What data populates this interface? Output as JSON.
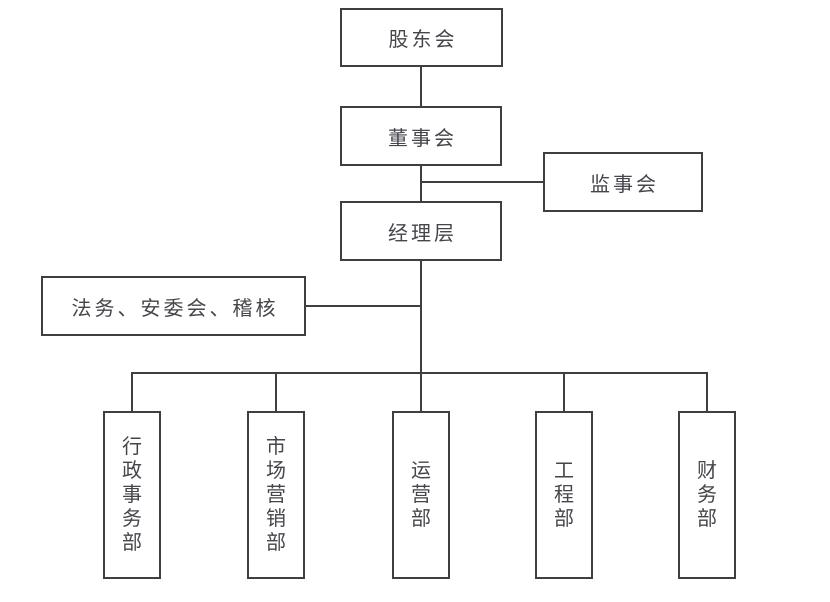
{
  "diagram": {
    "type": "org-chart",
    "colors": {
      "line": "#3f3f3f",
      "text": "#45454b",
      "background": "#ffffff"
    },
    "nodes": {
      "shareholders": {
        "label": "股东会"
      },
      "board": {
        "label": "董事会"
      },
      "supervisory": {
        "label": "监事会"
      },
      "management": {
        "label": "经理层"
      },
      "staff": {
        "label": "法务、安委会、稽核"
      },
      "dept_admin": {
        "label": "行政事务部"
      },
      "dept_marketing": {
        "label": "市场营销部"
      },
      "dept_operations": {
        "label": "运营部"
      },
      "dept_engineering": {
        "label": "工程部"
      },
      "dept_finance": {
        "label": "财务部"
      }
    },
    "edges": [
      {
        "from": "shareholders",
        "to": "board"
      },
      {
        "from": "board",
        "to": "supervisory"
      },
      {
        "from": "board",
        "to": "management"
      },
      {
        "from": "management",
        "to": "staff"
      },
      {
        "from": "management",
        "to": "dept_admin"
      },
      {
        "from": "management",
        "to": "dept_marketing"
      },
      {
        "from": "management",
        "to": "dept_operations"
      },
      {
        "from": "management",
        "to": "dept_engineering"
      },
      {
        "from": "management",
        "to": "dept_finance"
      }
    ]
  }
}
